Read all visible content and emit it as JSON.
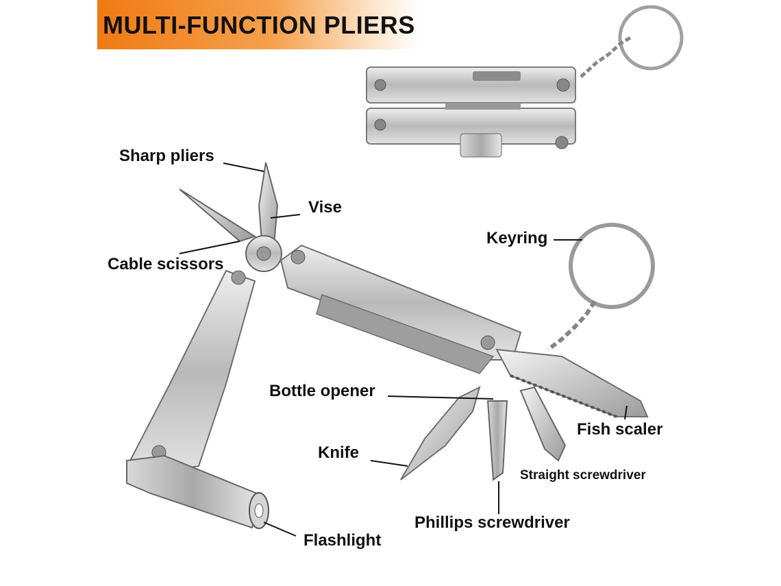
{
  "banner": {
    "title": "MULTI-FUNCTION PLIERS"
  },
  "labels": {
    "sharp_pliers": "Sharp pliers",
    "vise": "Vise",
    "cable_scissors": "Cable scissors",
    "keyring": "Keyring",
    "bottle_opener": "Bottle opener",
    "fish_scaler": "Fish scaler",
    "knife": "Knife",
    "straight_screwdriver": "Straight screwdriver",
    "phillips_screwdriver": "Phillips screwdriver",
    "flashlight": "Flashlight"
  },
  "colors": {
    "accent": "#f07a12",
    "metal": "#c9c9c9",
    "metal_dark": "#8a8a8a"
  }
}
